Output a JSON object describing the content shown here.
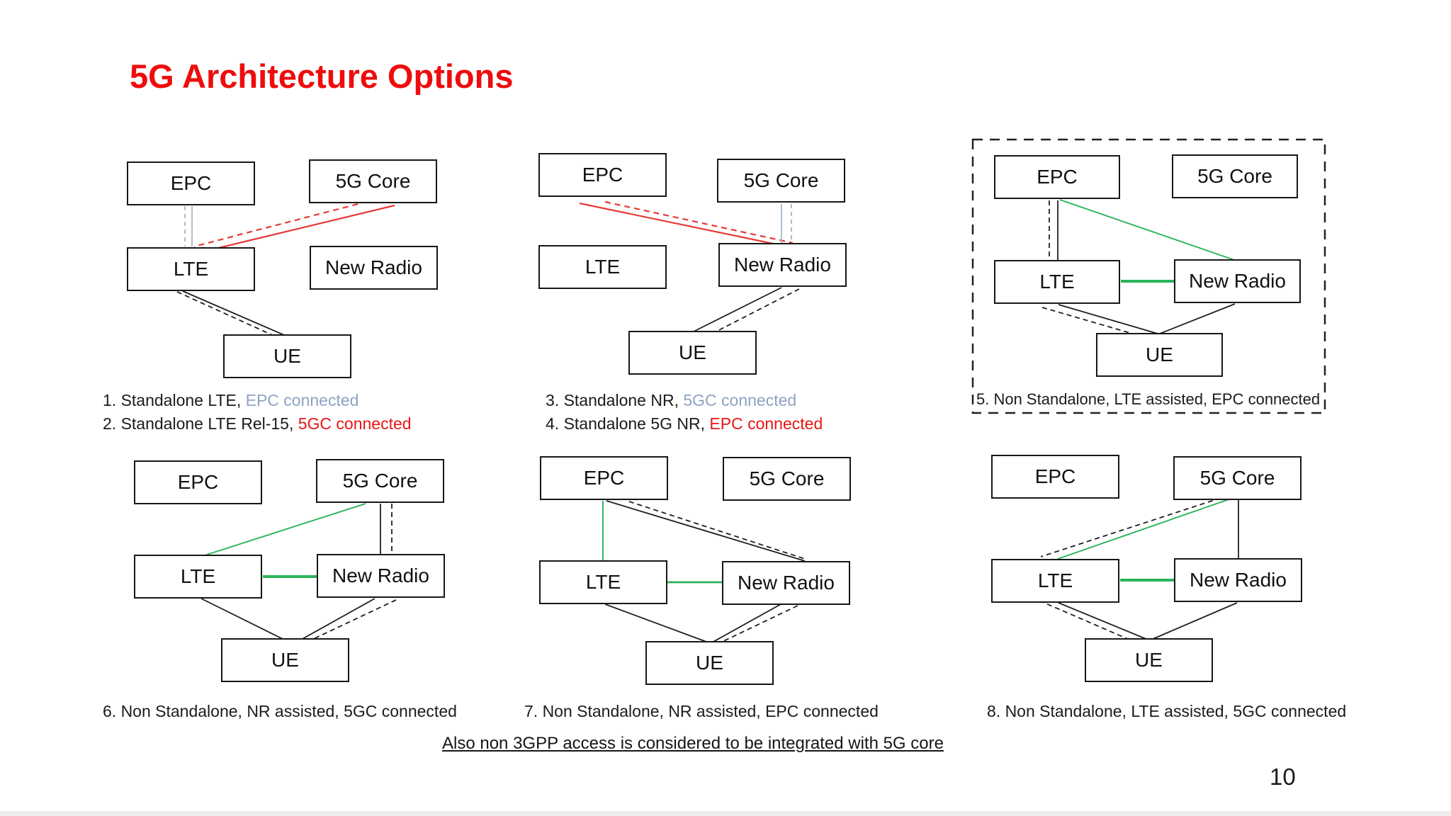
{
  "slide": {
    "title": "5G Architecture Options",
    "note": "Also non 3GPP access is considered to be integrated with 5G core",
    "page_number": "10"
  },
  "boxes": {
    "epc": "EPC",
    "core": "5G Core",
    "lte": "LTE",
    "nr": "New Radio",
    "ue": "UE"
  },
  "captions": {
    "c1a": "1. Standalone LTE,",
    "c1b": " EPC connected",
    "c2a": "2. Standalone LTE Rel-15,",
    "c2b": " 5GC connected",
    "c3a": "3. Standalone NR,",
    "c3b": " 5GC connected",
    "c4a": "4. Standalone 5G NR,",
    "c4b": " EPC connected",
    "c5": "5. Non Standalone, LTE assisted, EPC connected",
    "c6": "6. Non Standalone, NR assisted, 5GC connected",
    "c7": "7. Non Standalone, NR assisted, EPC connected",
    "c8": "8. Non Standalone, LTE assisted, 5GC connected"
  },
  "colors": {
    "title_red": "#ee0c0c",
    "caption_red": "#e81616",
    "caption_blue_gray": "#8ea3c2",
    "line_red": "#e53935",
    "line_green": "#2ab45a",
    "line_blue_gray": "#a6b8d0",
    "line_gray": "#b3b3b3",
    "line_black": "#1f1f1f"
  },
  "diagram_data": {
    "type": "architecture-diagrams",
    "panels": [
      {
        "panel": 1,
        "options_shown": "1 & 2",
        "connections": [
          {
            "from": "EPC",
            "to": "LTE",
            "style": "dashed",
            "color": "gray"
          },
          {
            "from": "EPC",
            "to": "LTE",
            "style": "solid",
            "color": "blue-gray"
          },
          {
            "from": "5G Core",
            "to": "LTE",
            "style": "dashed",
            "color": "red"
          },
          {
            "from": "5G Core",
            "to": "LTE",
            "style": "solid",
            "color": "red"
          },
          {
            "from": "LTE",
            "to": "UE",
            "style": "solid",
            "color": "black"
          },
          {
            "from": "LTE",
            "to": "UE",
            "style": "dashed",
            "color": "black"
          }
        ]
      },
      {
        "panel": 2,
        "options_shown": "3 & 4",
        "connections": [
          {
            "from": "EPC",
            "to": "New Radio",
            "style": "solid",
            "color": "red"
          },
          {
            "from": "EPC",
            "to": "New Radio",
            "style": "dashed",
            "color": "red"
          },
          {
            "from": "5G Core",
            "to": "New Radio",
            "style": "solid",
            "color": "blue-gray"
          },
          {
            "from": "5G Core",
            "to": "New Radio",
            "style": "dashed",
            "color": "gray"
          },
          {
            "from": "New Radio",
            "to": "UE",
            "style": "solid",
            "color": "black"
          },
          {
            "from": "New Radio",
            "to": "UE",
            "style": "dashed",
            "color": "black"
          }
        ]
      },
      {
        "panel": 3,
        "options_shown": "5",
        "highlighted_with_dashed_border": true,
        "connections": [
          {
            "from": "EPC",
            "to": "LTE",
            "style": "dashed",
            "color": "black"
          },
          {
            "from": "EPC",
            "to": "LTE",
            "style": "solid",
            "color": "black"
          },
          {
            "from": "EPC",
            "to": "New Radio",
            "style": "solid",
            "color": "green"
          },
          {
            "from": "LTE",
            "to": "New Radio",
            "style": "solid",
            "color": "green"
          },
          {
            "from": "LTE",
            "to": "UE",
            "style": "solid",
            "color": "black"
          },
          {
            "from": "LTE",
            "to": "UE",
            "style": "dashed",
            "color": "black"
          },
          {
            "from": "New Radio",
            "to": "UE",
            "style": "solid",
            "color": "black"
          }
        ]
      },
      {
        "panel": 4,
        "options_shown": "6",
        "connections": [
          {
            "from": "5G Core",
            "to": "LTE",
            "style": "solid",
            "color": "green"
          },
          {
            "from": "5G Core",
            "to": "New Radio",
            "style": "solid",
            "color": "black"
          },
          {
            "from": "5G Core",
            "to": "New Radio",
            "style": "dashed",
            "color": "black"
          },
          {
            "from": "LTE",
            "to": "New Radio",
            "style": "solid",
            "color": "green"
          },
          {
            "from": "LTE",
            "to": "UE",
            "style": "solid",
            "color": "black"
          },
          {
            "from": "New Radio",
            "to": "UE",
            "style": "solid",
            "color": "black"
          },
          {
            "from": "New Radio",
            "to": "UE",
            "style": "dashed",
            "color": "black"
          }
        ]
      },
      {
        "panel": 5,
        "options_shown": "7",
        "connections": [
          {
            "from": "EPC",
            "to": "LTE",
            "style": "solid",
            "color": "green"
          },
          {
            "from": "EPC",
            "to": "New Radio",
            "style": "solid",
            "color": "black"
          },
          {
            "from": "EPC",
            "to": "New Radio",
            "style": "dashed",
            "color": "black"
          },
          {
            "from": "LTE",
            "to": "New Radio",
            "style": "solid",
            "color": "green"
          },
          {
            "from": "LTE",
            "to": "UE",
            "style": "solid",
            "color": "black"
          },
          {
            "from": "New Radio",
            "to": "UE",
            "style": "solid",
            "color": "black"
          },
          {
            "from": "New Radio",
            "to": "UE",
            "style": "dashed",
            "color": "black"
          }
        ]
      },
      {
        "panel": 6,
        "options_shown": "8",
        "connections": [
          {
            "from": "5G Core",
            "to": "LTE",
            "style": "dashed",
            "color": "black"
          },
          {
            "from": "5G Core",
            "to": "LTE",
            "style": "solid",
            "color": "green"
          },
          {
            "from": "5G Core",
            "to": "New Radio",
            "style": "solid",
            "color": "black"
          },
          {
            "from": "LTE",
            "to": "New Radio",
            "style": "solid",
            "color": "green"
          },
          {
            "from": "LTE",
            "to": "UE",
            "style": "solid",
            "color": "black"
          },
          {
            "from": "LTE",
            "to": "UE",
            "style": "dashed",
            "color": "black"
          },
          {
            "from": "New Radio",
            "to": "UE",
            "style": "solid",
            "color": "black"
          }
        ]
      }
    ]
  }
}
